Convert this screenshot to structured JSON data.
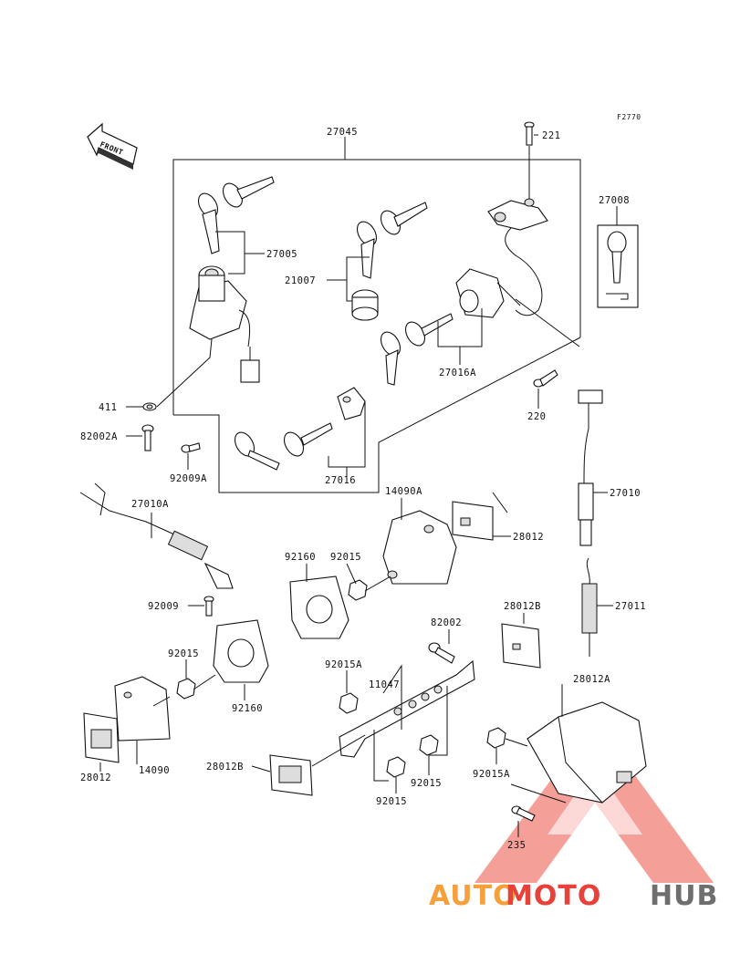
{
  "diagram_code": "F2770",
  "front_label": "FRONT",
  "labels": {
    "p27045": "27045",
    "p221": "221",
    "p27008": "27008",
    "p27005": "27005",
    "p21007": "21007",
    "p27016A": "27016A",
    "p411": "411",
    "p82002A": "82002A",
    "p220": "220",
    "p92009A": "92009A",
    "p27016": "27016",
    "p27010": "27010",
    "p27010A": "27010A",
    "p14090A": "14090A",
    "p28012a": "28012",
    "p92160a": "92160",
    "p92015a": "92015",
    "p92009": "92009",
    "p27011": "27011",
    "p28012B_top": "28012B",
    "p82002": "82002",
    "p92015b": "92015",
    "p92160b": "92160",
    "p92015A_left": "92015A",
    "p11047": "11047",
    "p28012A": "28012A",
    "p14090": "14090",
    "p28012b": "28012",
    "p28012B_bottom": "28012B",
    "p92015c": "92015",
    "p92015d": "92015",
    "p92015A_right": "92015A",
    "p235": "235"
  },
  "watermark": {
    "part1": "AUTO",
    "part2": "MOTO",
    "part3": "HUB",
    "color_orange": "#f5a03c",
    "color_red": "#e8413a",
    "color_gray": "#6e6e6e"
  }
}
